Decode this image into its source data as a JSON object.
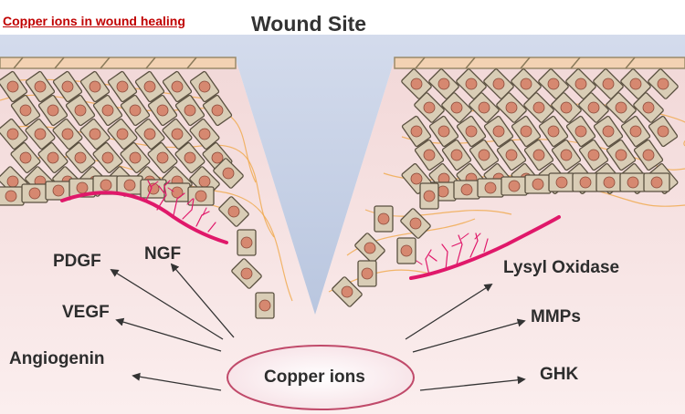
{
  "link": {
    "label": "Copper ions in wound healing"
  },
  "diagram": {
    "title": "Wound Site",
    "center_label": "Copper ions",
    "left_factors": [
      "PDGF",
      "NGF",
      "VEGF",
      "Angiogenin"
    ],
    "right_factors": [
      "Lysyl Oxidase",
      "MMPs",
      "GHK"
    ]
  },
  "colors": {
    "link": "#c00000",
    "sky": "#c9d3e6",
    "tissue": "#f4dcdc",
    "cell_fill": "#d9cdb6",
    "nucleus": "#d68870",
    "fiber": "#f0a848",
    "vessel": "#e0186a",
    "ellipse_border": "#c04a6a",
    "arrow": "#333333"
  }
}
